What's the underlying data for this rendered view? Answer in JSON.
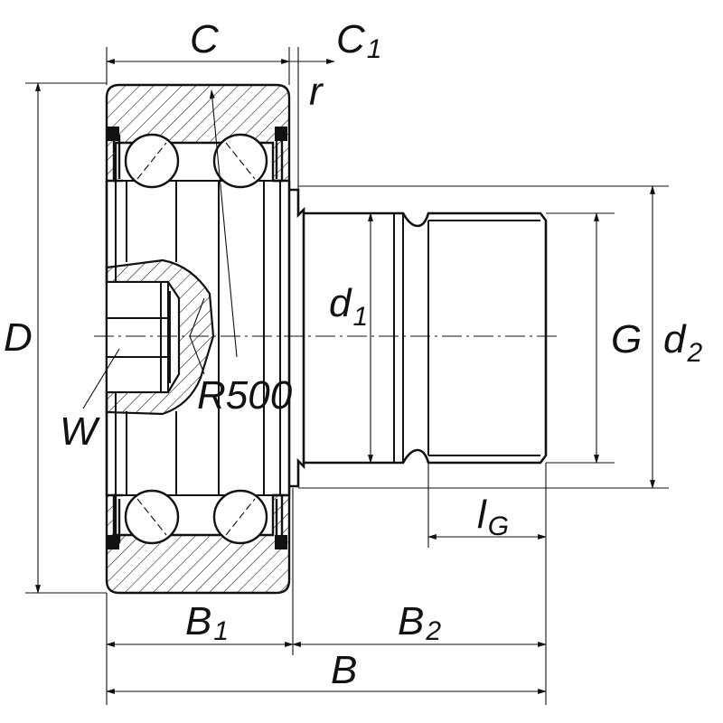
{
  "drawing": {
    "labels": {
      "C": "C",
      "C1_main": "C",
      "C1_sub": "1",
      "r": "r",
      "D": "D",
      "d1_main": "d",
      "d1_sub": "1",
      "G": "G",
      "d2_main": "d",
      "d2_sub": "2",
      "R500": "R500",
      "W": "W",
      "lG_main": "l",
      "lG_sub": "G",
      "B1_main": "B",
      "B1_sub": "1",
      "B2_main": "B",
      "B2_sub": "2",
      "B": "B"
    }
  }
}
